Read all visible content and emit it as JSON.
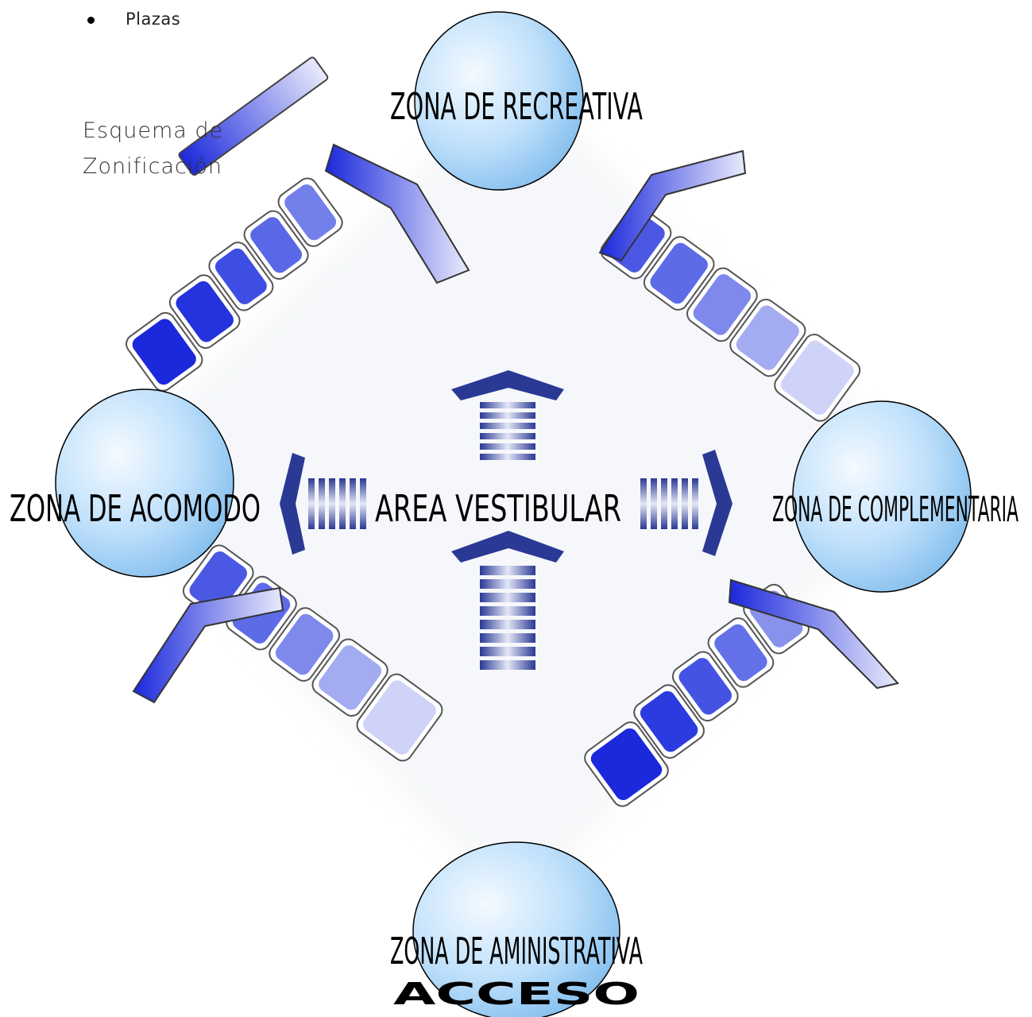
{
  "bullet": {
    "text": "Plazas"
  },
  "title": {
    "line1": "Esquema de",
    "line2": "Zonificación"
  },
  "center": {
    "label": "AREA VESTIBULAR"
  },
  "zones": {
    "top": "ZONA DE RECREATIVA",
    "left": "ZONA DE ACOMODO",
    "right": "ZONA DE COMPLEMENTARIA",
    "bottom": "ZONA DE AMINISTRATIVA"
  },
  "access": {
    "label": "ACCESO"
  },
  "colors": {
    "circle_light": "#e8f4ff",
    "circle_dark": "#8ec8f5",
    "block_dark": "#1f2fe0",
    "block_light": "#eef0fc",
    "arrow_dark": "#2b3a9c",
    "arrow_light": "#dfe3f5"
  }
}
